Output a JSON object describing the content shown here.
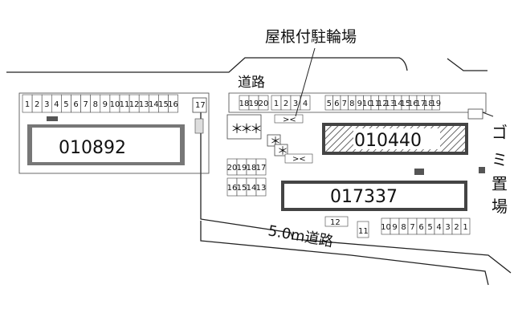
{
  "labels": {
    "covered_bicycle_parking": "屋根付駐輪場",
    "road": "道路",
    "road_width": "5.0m道路",
    "garbage_area": "ゴミ置場"
  },
  "buildings": {
    "west": "010892",
    "northeast": "010440",
    "south": "017337"
  },
  "parking": {
    "west_row": [
      "1",
      "2",
      "3",
      "4",
      "5",
      "6",
      "7",
      "8",
      "9",
      "10",
      "11",
      "12",
      "13",
      "14",
      "15",
      "16"
    ],
    "west_end": "17",
    "north_left": [
      "18",
      "19",
      "20"
    ],
    "north_row": [
      "1",
      "2",
      "3",
      "4"
    ],
    "north_right": [
      "5",
      "6",
      "7",
      "8",
      "9",
      "10",
      "11",
      "12",
      "13",
      "14",
      "15",
      "16",
      "17",
      "18",
      "19"
    ],
    "mid_upper": [
      "20",
      "19",
      "18",
      "17"
    ],
    "mid_lower": [
      "16",
      "15",
      "14",
      "13"
    ],
    "south_a": "12",
    "south_b": "11",
    "south_row": [
      "10",
      "9",
      "8",
      "7",
      "6",
      "5",
      "4",
      "3",
      "2",
      "1"
    ],
    "asterisks": [
      "＊",
      "＊",
      "＊"
    ],
    "asterisk_single": "＊",
    "asterisk_single2": "＊"
  }
}
